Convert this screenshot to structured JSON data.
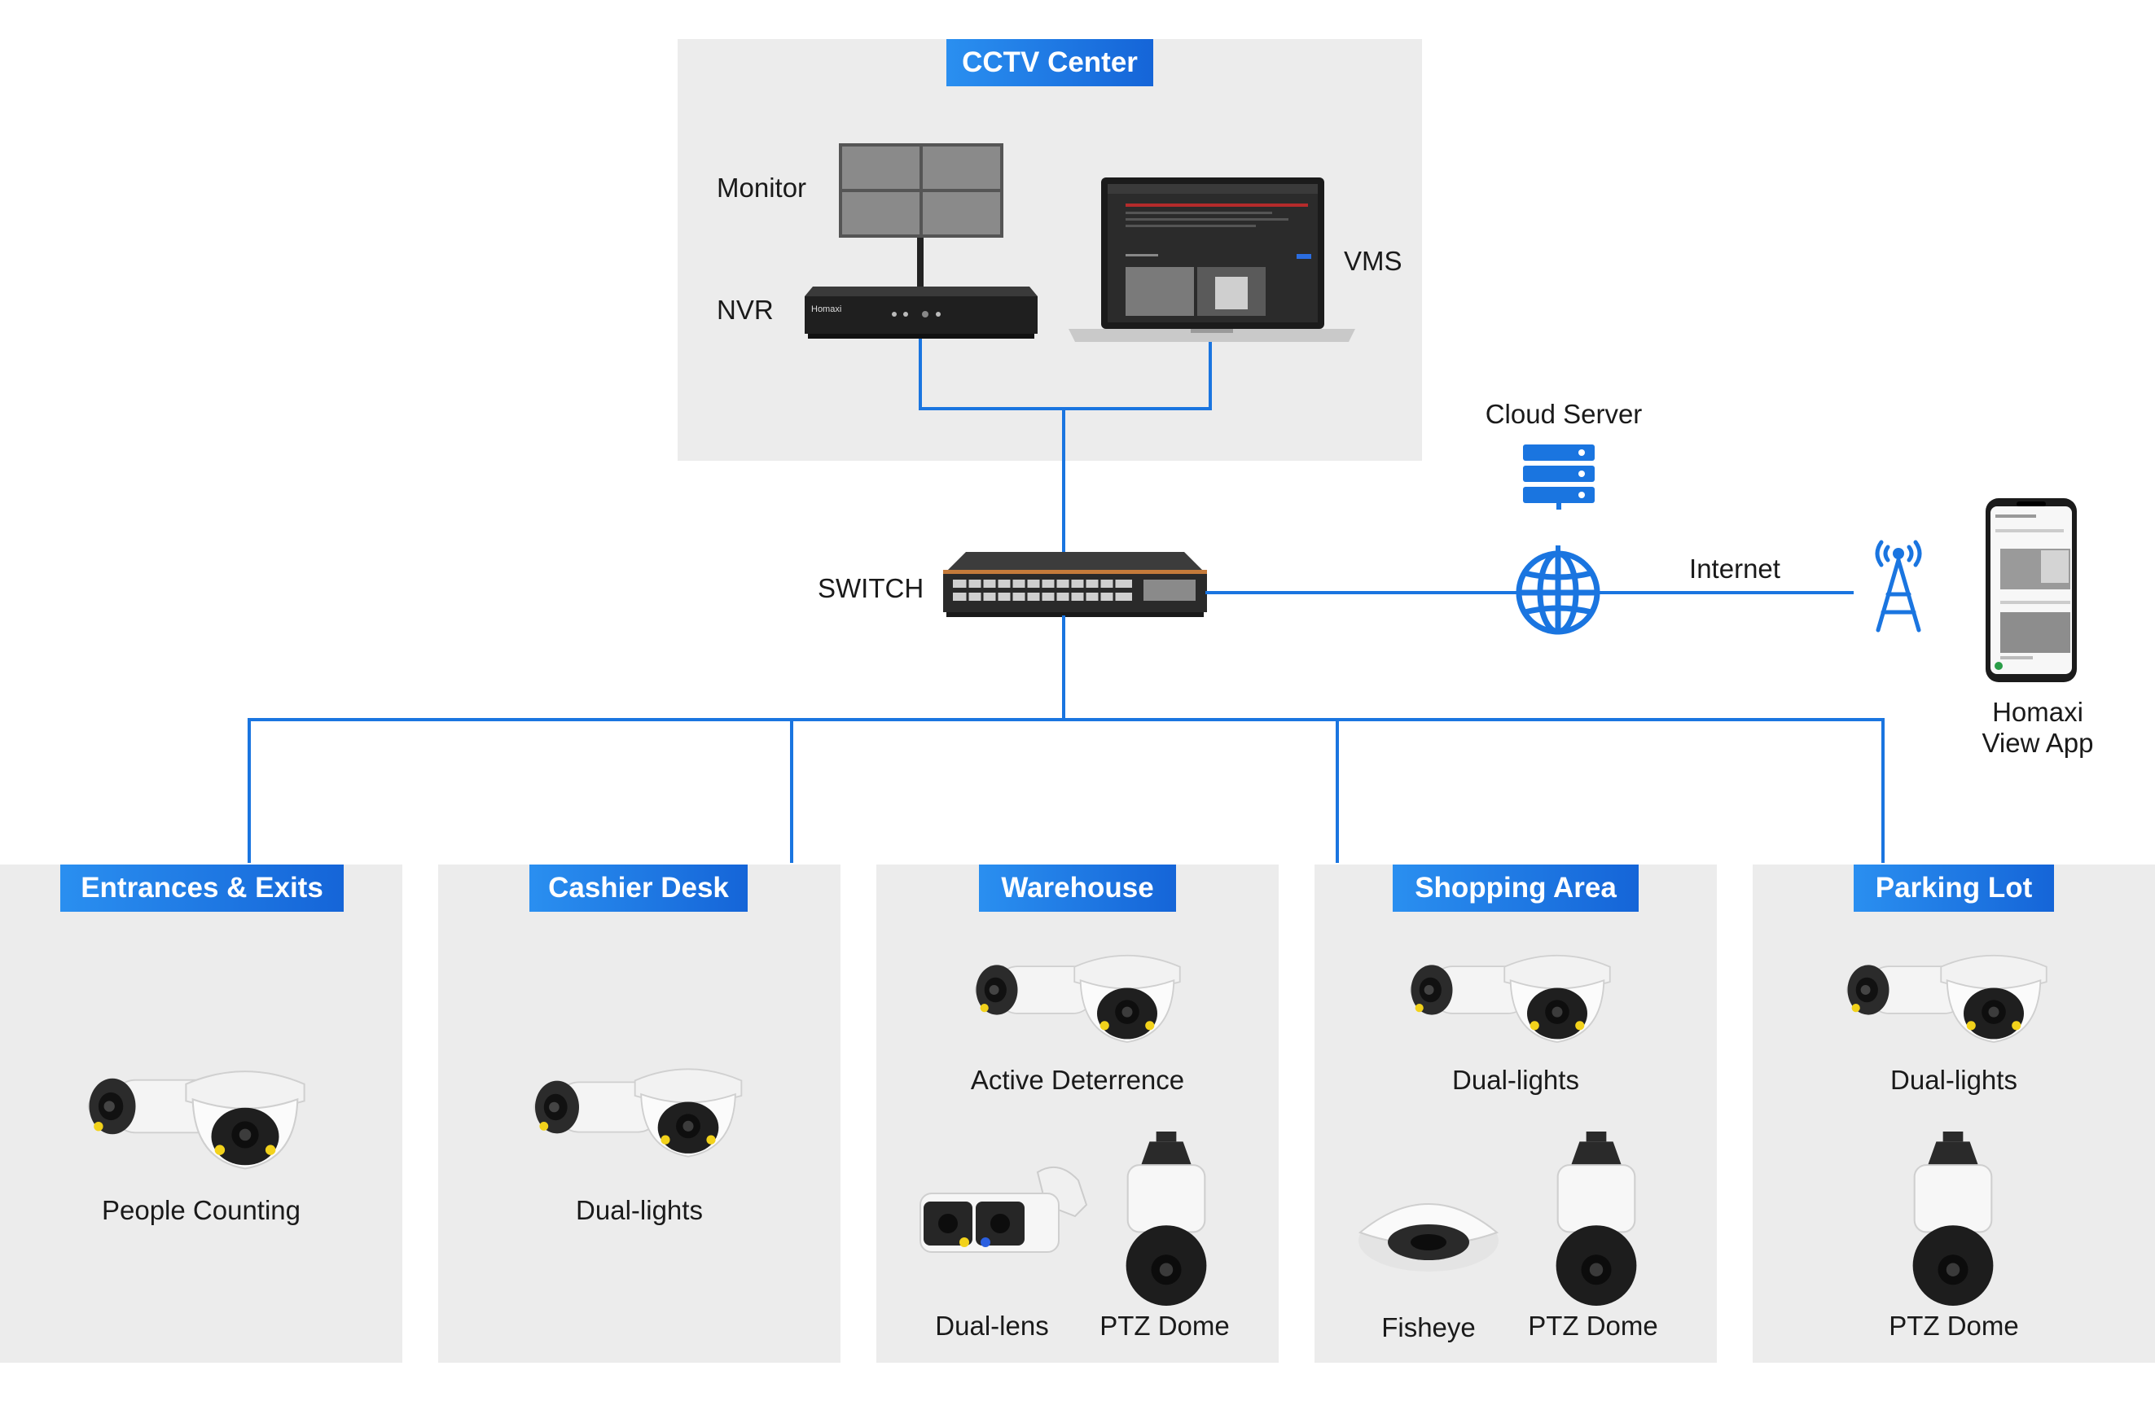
{
  "center": {
    "title": "CCTV Center",
    "monitor_label": "Monitor",
    "nvr_label": "NVR",
    "vms_label": "VMS",
    "nvr_brand": "Homaxi"
  },
  "network": {
    "switch_label": "SWITCH",
    "cloud_label": "Cloud Server",
    "internet_label": "Internet",
    "app_label_line1": "Homaxi",
    "app_label_line2": "View App"
  },
  "zones": [
    {
      "title": "Entrances & Exits",
      "cameras": [
        "People Counting"
      ]
    },
    {
      "title": "Cashier Desk",
      "cameras": [
        "Dual-lights"
      ]
    },
    {
      "title": "Warehouse",
      "cameras": [
        "Active Deterrence",
        "Dual-lens",
        "PTZ Dome"
      ]
    },
    {
      "title": "Shopping Area",
      "cameras": [
        "Dual-lights",
        "Fisheye",
        "PTZ Dome"
      ]
    },
    {
      "title": "Parking Lot",
      "cameras": [
        "Dual-lights",
        "PTZ Dome"
      ]
    }
  ],
  "colors": {
    "accent": "#1a75e0",
    "badge": "#1e7be6",
    "panel": "#ececec"
  },
  "icons": [
    "monitor-wall-icon",
    "nvr-icon",
    "laptop-icon",
    "switch-icon",
    "server-icon",
    "globe-icon",
    "antenna-icon",
    "phone-icon",
    "bullet-camera-icon",
    "dome-camera-icon",
    "ptz-camera-icon",
    "fisheye-camera-icon",
    "dual-lens-camera-icon"
  ]
}
